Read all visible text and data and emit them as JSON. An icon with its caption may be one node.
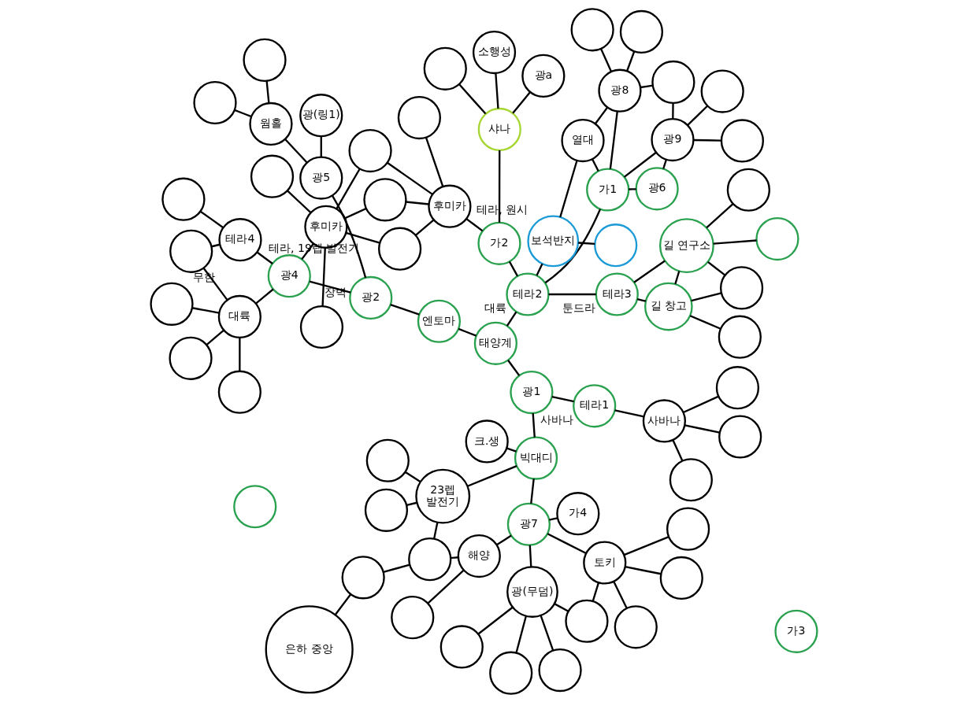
{
  "diagram": {
    "nodes": [
      {
        "text": [
          "은하 중앙"
        ]
      },
      {
        "text": [],
        "shape": "circle"
      },
      {
        "text": [],
        "shape": "circle"
      },
      {
        "text": [
          "해양"
        ]
      },
      {
        "text": [],
        "shape": "circle"
      },
      {
        "text": [
          "23렙 발전기"
        ]
      },
      {
        "text": [],
        "shape": "circle"
      },
      {
        "text": [],
        "shape": "circle"
      },
      {
        "text": [
          "광7"
        ]
      },
      {
        "text": [
          "가4"
        ]
      },
      {
        "text": [
          "토키"
        ]
      },
      {
        "text": [],
        "shape": "circle"
      },
      {
        "text": [],
        "shape": "circle"
      },
      {
        "text": [],
        "shape": "circle"
      },
      {
        "text": [],
        "shape": "circle"
      },
      {
        "text": [
          "광(무덤)"
        ]
      },
      {
        "text": [],
        "shape": "circle"
      },
      {
        "text": [],
        "shape": "circle"
      },
      {
        "text": [],
        "shape": "circle"
      },
      {
        "text": [
          "빅대디"
        ]
      },
      {
        "text": [
          "크.생"
        ]
      },
      {
        "text": [
          "광1"
        ]
      },
      {
        "text": [
          "테라1"
        ],
        "beside": [
          "사바나"
        ]
      },
      {
        "text": [
          "사바나"
        ]
      },
      {
        "text": [],
        "shape": "circle"
      },
      {
        "text": [],
        "shape": "circle"
      },
      {
        "text": [],
        "shape": "circle"
      },
      {
        "text": [
          "길 창고"
        ]
      },
      {
        "text": [],
        "shape": "circle"
      },
      {
        "text": [],
        "shape": "circle"
      },
      {
        "text": [
          "길 연구소"
        ]
      },
      {
        "text": [],
        "shape": "circle"
      },
      {
        "text": [],
        "shape": "circle"
      },
      {
        "text": [],
        "shape": "circle"
      },
      {
        "text": [
          "테라3"
        ],
        "beside": [
          "툰드라"
        ]
      },
      {
        "text": [
          "광6"
        ]
      },
      {
        "text": [
          "광9"
        ]
      },
      {
        "text": [],
        "shape": "circle"
      },
      {
        "text": [],
        "shape": "circle"
      },
      {
        "text": [],
        "shape": "circle"
      },
      {
        "text": [
          "가1"
        ]
      },
      {
        "text": [
          "광8"
        ]
      },
      {
        "text": [],
        "shape": "circle"
      },
      {
        "text": [],
        "shape": "circle"
      },
      {
        "text": [
          "열대"
        ]
      },
      {
        "text": [],
        "shape": "circle"
      },
      {
        "text": [
          "보석반지"
        ],
        "beside": [
          "테라, 원시"
        ]
      },
      {
        "text": [
          "테라2"
        ],
        "beside": [
          "대륙"
        ]
      },
      {
        "text": [
          "태양계"
        ]
      },
      {
        "text": [
          "가3"
        ]
      },
      {
        "text": [
          "가2"
        ]
      },
      {
        "text": [
          "샤나"
        ]
      },
      {
        "text": [],
        "shape": "circle"
      },
      {
        "text": [
          "광a"
        ]
      },
      {
        "text": [
          "소행성"
        ]
      },
      {
        "text": [
          "엔토마"
        ]
      },
      {
        "text": [
          "광(링1)"
        ]
      },
      {
        "text": [
          "광5"
        ]
      },
      {
        "text": [
          "광2"
        ]
      },
      {
        "text": [
          "웜홀"
        ]
      },
      {
        "text": [],
        "shape": "circle"
      },
      {
        "text": [],
        "shape": "circle"
      },
      {
        "text": [],
        "shape": "circle"
      },
      {
        "text": [
          "테라4"
        ]
      },
      {
        "text": [
          "광4"
        ],
        "beside": [
          "테라, 19렙 발전기"
        ]
      },
      {
        "text": [
          "후미카"
        ]
      },
      {
        "text": [],
        "shape": "circle"
      },
      {
        "text": [],
        "shape": "circle"
      },
      {
        "text": [],
        "shape": "circle"
      },
      {
        "text": [],
        "shape": "circle"
      },
      {
        "text": [
          "후미카"
        ]
      },
      {
        "text": [],
        "shape": "circle"
      },
      {
        "text": [],
        "shape": "circle"
      },
      {
        "text": [],
        "shape": "circle"
      },
      {
        "text": [
          "대륙"
        ]
      },
      {
        "text": [],
        "shape": "circle"
      },
      {
        "text": [],
        "shape": "circle"
      },
      {
        "text": [],
        "shape": "circle"
      }
    ],
    "edges": [
      {
        "from": 0,
        "to": 1,
        "arrow": "none"
      },
      {
        "from": 1,
        "to": 2,
        "arrow": "none"
      },
      {
        "from": 2,
        "to": 3,
        "arrow": "none"
      },
      {
        "from": 3,
        "to": 4,
        "arrow": "none"
      },
      {
        "from": 2,
        "to": 5,
        "arrow": "none"
      },
      {
        "from": 5,
        "to": 6,
        "arrow": "none"
      },
      {
        "from": 5,
        "to": 7,
        "arrow": "none"
      },
      {
        "from": 3,
        "to": 8,
        "arrow": "none"
      },
      {
        "from": 8,
        "to": 9,
        "arrow": "none"
      },
      {
        "from": 8,
        "to": 10,
        "arrow": "none"
      },
      {
        "from": 10,
        "to": 11,
        "arrow": "none"
      },
      {
        "from": 10,
        "to": 12,
        "arrow": "none"
      },
      {
        "from": 10,
        "to": 13,
        "arrow": "none"
      },
      {
        "from": 10,
        "to": 14,
        "arrow": "none"
      },
      {
        "from": 14,
        "to": 15,
        "arrow": "none"
      },
      {
        "from": 15,
        "to": 16,
        "arrow": "none"
      },
      {
        "from": 15,
        "to": 17,
        "arrow": "none"
      },
      {
        "from": 15,
        "to": 18,
        "arrow": "none"
      },
      {
        "from": 15,
        "to": 8,
        "arrow": "none"
      },
      {
        "from": 8,
        "to": 19,
        "arrow": "none"
      },
      {
        "from": 5,
        "to": 19,
        "arrow": "none"
      },
      {
        "from": 19,
        "to": 20,
        "arrow": "none"
      },
      {
        "from": 19,
        "to": 21,
        "arrow": "none"
      },
      {
        "from": 21,
        "to": 22,
        "arrow": "none"
      },
      {
        "from": 22,
        "to": 23,
        "arrow": "none"
      },
      {
        "from": 23,
        "to": 24,
        "arrow": "none"
      },
      {
        "from": 23,
        "to": 25,
        "arrow": "none"
      },
      {
        "from": 23,
        "to": 26,
        "arrow": "none"
      },
      {
        "from": 27,
        "to": 28,
        "arrow": "none"
      },
      {
        "from": 27,
        "to": 29,
        "arrow": "none"
      },
      {
        "from": 27,
        "to": 30,
        "arrow": "none"
      },
      {
        "from": 27,
        "to": 34,
        "arrow": "none"
      },
      {
        "from": 29,
        "to": 30,
        "arrow": "none"
      },
      {
        "from": 31,
        "to": 30,
        "arrow": "none"
      },
      {
        "from": 30,
        "to": 32,
        "arrow": "none"
      },
      {
        "from": 30,
        "to": 34,
        "arrow": "none"
      },
      {
        "from": 35,
        "to": 36,
        "arrow": "none"
      },
      {
        "from": 35,
        "to": 40,
        "arrow": "none"
      },
      {
        "from": 36,
        "to": 37,
        "arrow": "none"
      },
      {
        "from": 36,
        "to": 38,
        "arrow": "none"
      },
      {
        "from": 36,
        "to": 39,
        "arrow": "none"
      },
      {
        "from": 36,
        "to": 40,
        "arrow": "none"
      },
      {
        "from": 40,
        "to": 41,
        "arrow": "none"
      },
      {
        "from": 41,
        "to": 39,
        "arrow": "none"
      },
      {
        "from": 41,
        "to": 42,
        "arrow": "none"
      },
      {
        "from": 41,
        "to": 43,
        "arrow": "none"
      },
      {
        "from": 41,
        "to": 44,
        "arrow": "none"
      },
      {
        "from": 40,
        "to": 44,
        "arrow": "none"
      },
      {
        "from": 44,
        "to": 46,
        "arrow": "none"
      },
      {
        "from": 45,
        "to": 46,
        "arrow": "none"
      },
      {
        "from": 40,
        "to": 47,
        "arrow": "none"
      },
      {
        "from": 34,
        "to": 47,
        "arrow": "none"
      },
      {
        "from": 47,
        "to": 46,
        "arrow": "none"
      },
      {
        "from": 47,
        "to": 48,
        "arrow": "none"
      },
      {
        "from": 47,
        "to": 50,
        "arrow": "none"
      },
      {
        "from": 21,
        "to": 48,
        "arrow": "none"
      },
      {
        "from": 48,
        "to": 55,
        "arrow": "none"
      },
      {
        "from": 50,
        "to": 51,
        "arrow": "none"
      },
      {
        "from": 51,
        "to": 52,
        "arrow": "none"
      },
      {
        "from": 51,
        "to": 53,
        "arrow": "none"
      },
      {
        "from": 51,
        "to": 54,
        "arrow": "none"
      },
      {
        "from": 50,
        "to": 65,
        "arrow": "none"
      },
      {
        "from": 55,
        "to": 58,
        "arrow": "none"
      },
      {
        "from": 56,
        "to": 57,
        "arrow": "none"
      },
      {
        "from": 57,
        "to": 58,
        "arrow": "none"
      },
      {
        "from": 57,
        "to": 59,
        "arrow": "none"
      },
      {
        "from": 59,
        "to": 60,
        "arrow": "none"
      },
      {
        "from": 59,
        "to": 61,
        "arrow": "none"
      },
      {
        "from": 58,
        "to": 64,
        "arrow": "none",
        "label": "장벽"
      },
      {
        "from": 62,
        "to": 63,
        "arrow": "none"
      },
      {
        "from": 63,
        "to": 64,
        "arrow": "none"
      },
      {
        "from": 63,
        "to": 73,
        "arrow": "none"
      },
      {
        "from": 64,
        "to": 70,
        "arrow": "none"
      },
      {
        "from": 64,
        "to": 74,
        "arrow": "none"
      },
      {
        "from": 73,
        "to": 74,
        "arrow": "none",
        "label": "무한"
      },
      {
        "from": 65,
        "to": 66,
        "arrow": "none"
      },
      {
        "from": 65,
        "to": 67,
        "arrow": "none"
      },
      {
        "from": 65,
        "to": 68,
        "arrow": "none"
      },
      {
        "from": 65,
        "to": 69,
        "arrow": "none"
      },
      {
        "from": 66,
        "to": 70,
        "arrow": "none"
      },
      {
        "from": 67,
        "to": 70,
        "arrow": "none"
      },
      {
        "from": 68,
        "to": 70,
        "arrow": "none"
      },
      {
        "from": 70,
        "to": 71,
        "arrow": "none"
      },
      {
        "from": 70,
        "to": 72,
        "arrow": "none"
      },
      {
        "from": 74,
        "to": 75,
        "arrow": "none"
      },
      {
        "from": 74,
        "to": 76,
        "arrow": "none"
      },
      {
        "from": 74,
        "to": 77,
        "arrow": "none"
      }
    ]
  }
}
